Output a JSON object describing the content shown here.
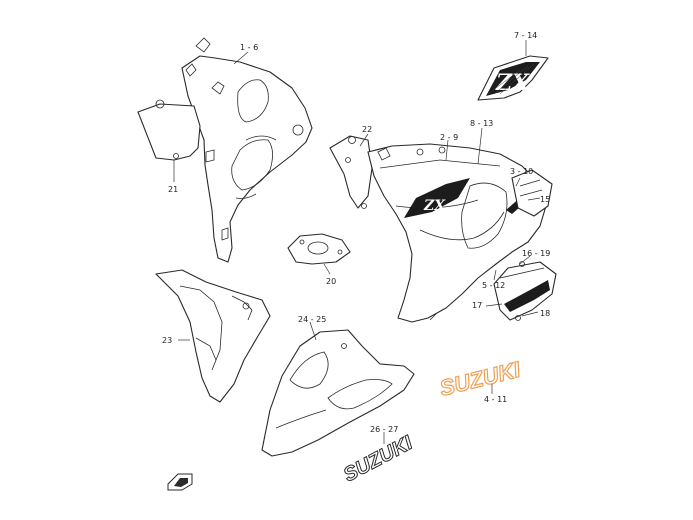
{
  "labels": {
    "p1_6": "1 - 6",
    "p21": "21",
    "p22": "22",
    "p2_9": "2 - 9",
    "p8_13": "8 - 13",
    "p7_14": "7 - 14",
    "p3_10": "3 - 10",
    "p15": "15",
    "p16_19": "16 - 19",
    "p5_12": "5 - 12",
    "p17": "17",
    "p18": "18",
    "p20": "20",
    "p23": "23",
    "p24_25": "24 - 25",
    "p26_27": "26 - 27",
    "p4_11": "4 - 11"
  },
  "decals": {
    "suzuki_orange": "SUZUKI",
    "suzuki_bottom": "SUZUKI",
    "zx_top": "ZX",
    "zx_panel": "ZX"
  },
  "colors": {
    "line": "#2a2a2a",
    "highlight_decal": "#f0a050"
  },
  "icons": {
    "front_arrow": "front-direction-icon"
  }
}
